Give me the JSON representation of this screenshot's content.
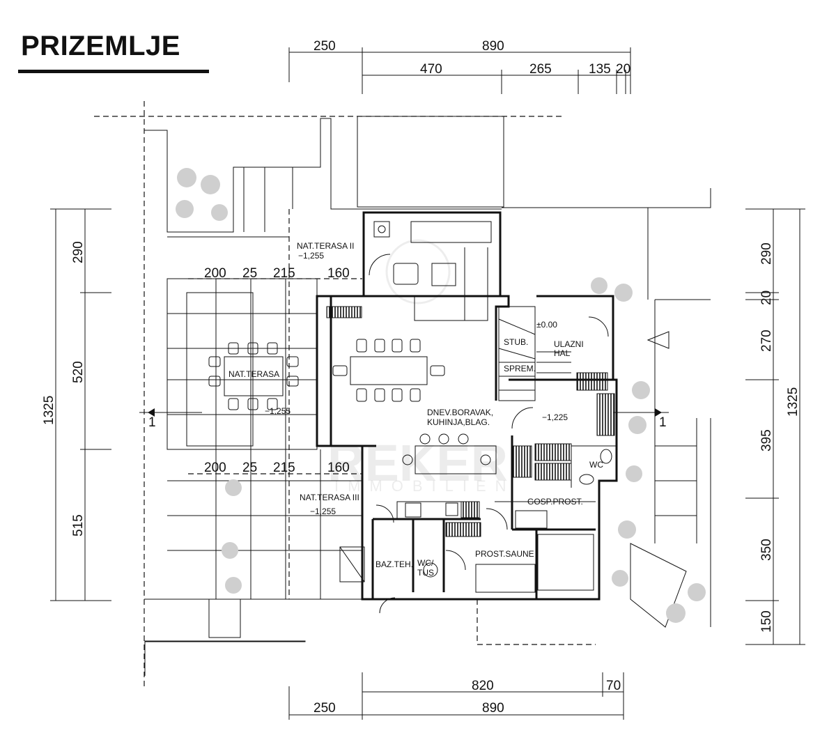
{
  "title": "PRIZEMLJE",
  "dimensions": {
    "top_row1": [
      "250",
      "890"
    ],
    "top_row2": [
      "470",
      "265",
      "135",
      "20"
    ],
    "left_segments": [
      "290",
      "520",
      "515"
    ],
    "left_total": "1325",
    "right_segments": [
      "290",
      "20",
      "270",
      "395",
      "350",
      "150"
    ],
    "right_total": "1325",
    "inner_upper": [
      "200",
      "25",
      "215",
      "160"
    ],
    "inner_lower": [
      "200",
      "25",
      "215",
      "160"
    ],
    "bottom_row1": [
      "820",
      "70"
    ],
    "bottom_row2": [
      "250",
      "890"
    ]
  },
  "section_markers": [
    "1",
    "1"
  ],
  "rooms": {
    "terrace2": {
      "name": "NAT.TERASA II",
      "level": "−1,255"
    },
    "terrace": {
      "name": "NAT.TERASA",
      "level": "−1,255"
    },
    "terrace3": {
      "name": "NAT.TERASA III",
      "level": "−1,255"
    },
    "living": {
      "name_line1": "DNEV.BORAVAK,",
      "name_line2": "KUHINJA,BLAG."
    },
    "stairs": "STUB.",
    "storage": "SPREM.",
    "entry_level": "±0.00",
    "entry": {
      "line1": "ULAZNI",
      "line2": "HAL"
    },
    "hall_level": "−1,225",
    "wc": "WC",
    "utility": "GOSP.PROST.",
    "pool_tech": "BAZ.TEH.",
    "wc_shower": {
      "line1": "WC/",
      "line2": "TUS"
    },
    "sauna": "PROST.SAUNE"
  },
  "watermark": {
    "line1": "REKER",
    "line2": "IMMOBILIEN"
  }
}
